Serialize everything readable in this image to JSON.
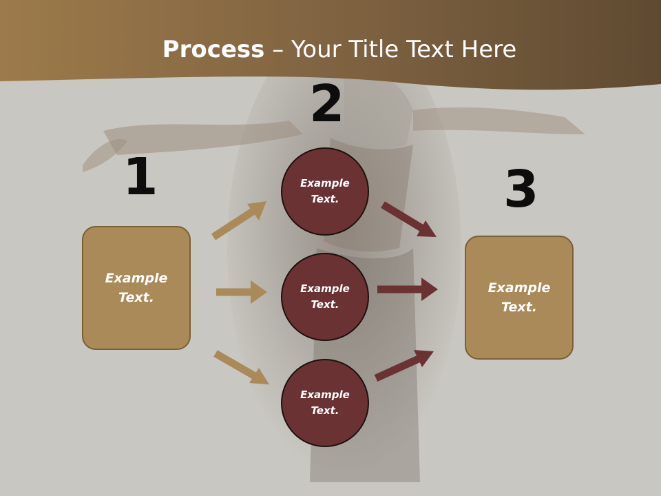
{
  "title": {
    "bold": "Process",
    "dash": " – ",
    "rest": "Your Title Text Here"
  },
  "steps": [
    {
      "number": "1",
      "text": "Example Text."
    },
    {
      "number": "2",
      "items": [
        "Example Text.",
        "Example Text.",
        "Example Text."
      ]
    },
    {
      "number": "3",
      "text": "Example Text."
    }
  ],
  "colors": {
    "header": "#8b6b40",
    "box": "#a98a58",
    "circle": "#6a3233",
    "arrow_gold": "#a98a58",
    "arrow_maroon": "#6a3233",
    "background": "#c9c7c1"
  }
}
